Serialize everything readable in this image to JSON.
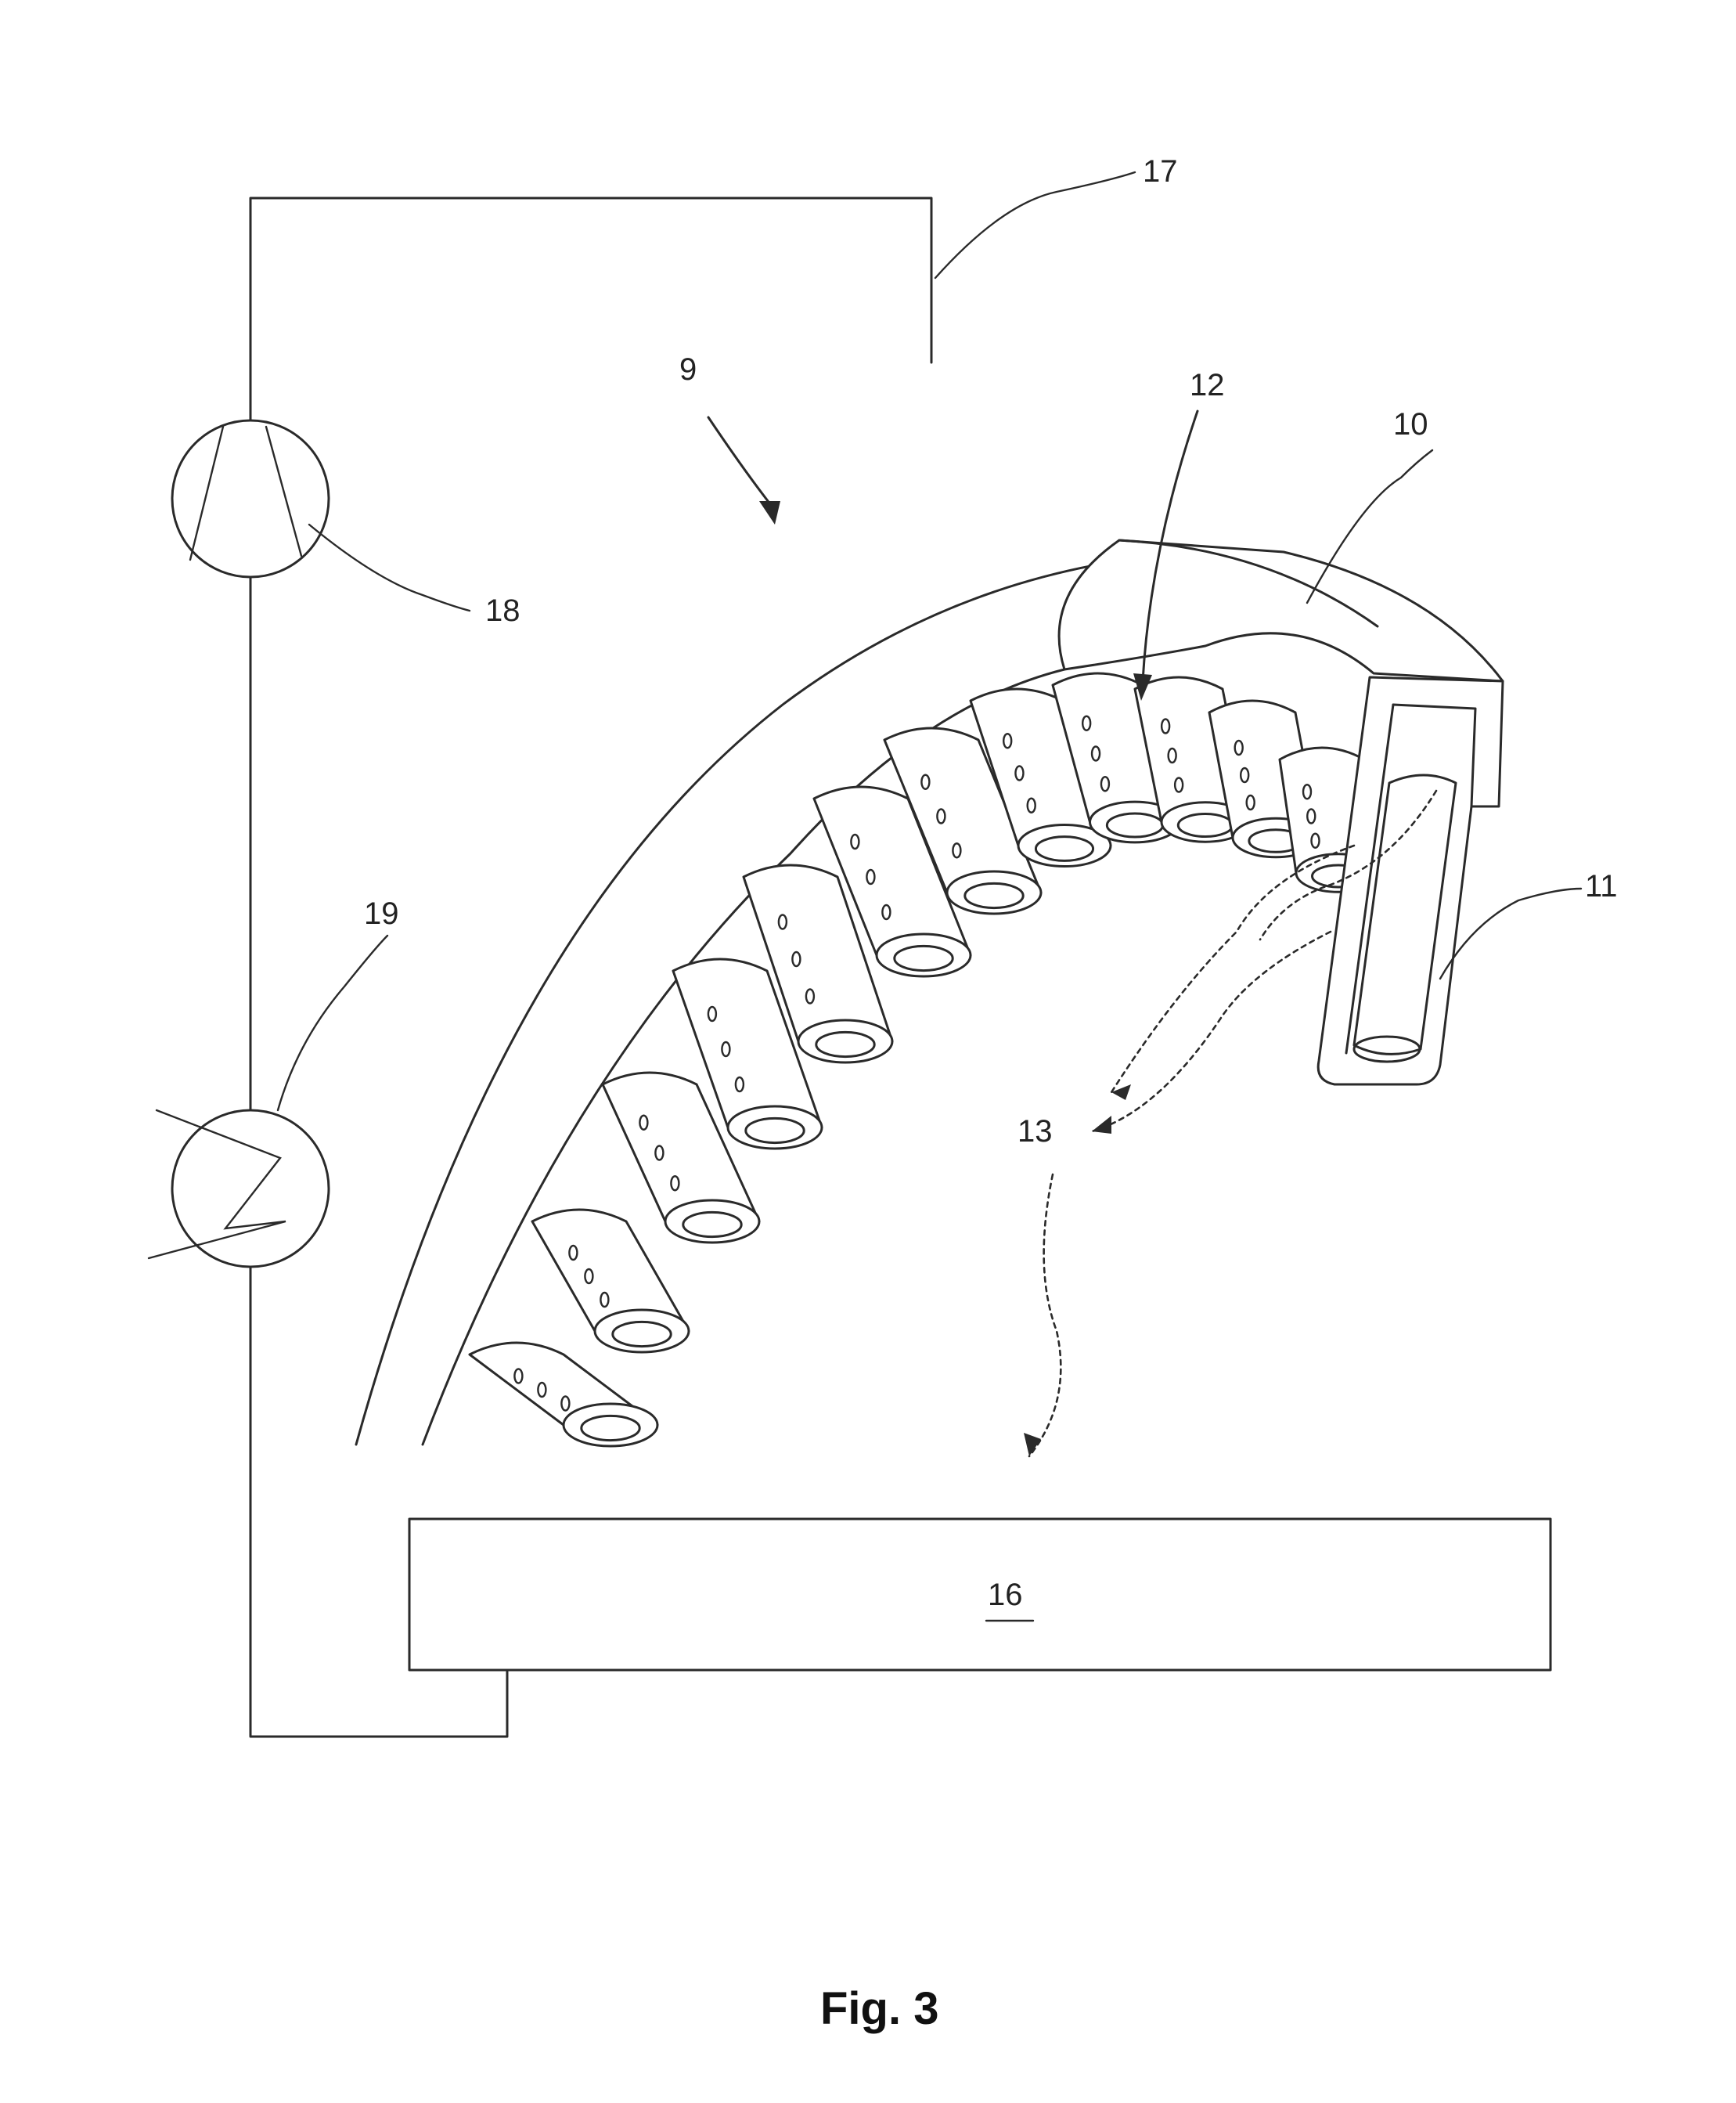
{
  "labels": {
    "l9": "9",
    "l10": "10",
    "l11": "11",
    "l12": "12",
    "l13": "13",
    "l16": "16",
    "l17": "17",
    "l18": "18",
    "l19": "19"
  },
  "caption": "Fig. 3"
}
